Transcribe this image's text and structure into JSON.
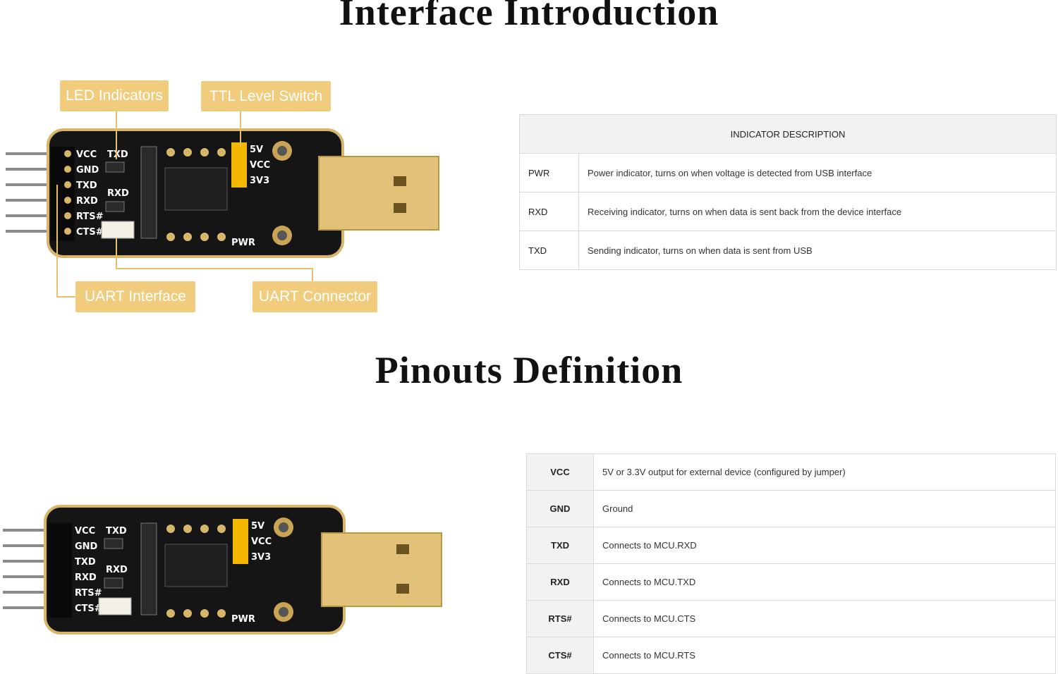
{
  "sections": {
    "interface_title": "Interface Introduction",
    "pinouts_title": "Pinouts Definition"
  },
  "callouts": {
    "led": "LED Indicators",
    "ttl": "TTL Level Switch",
    "uart_if": "UART Interface",
    "uart_conn": "UART Connector"
  },
  "board": {
    "pins": [
      "VCC",
      "GND",
      "TXD",
      "RXD",
      "RTS#",
      "CTS#"
    ],
    "leds": [
      "TXD",
      "RXD"
    ],
    "jumper": [
      "5V",
      "VCC",
      "3V3"
    ],
    "pwr": "PWR",
    "colors": {
      "pcb": "#151515",
      "gold": "#d7b56a",
      "callout": "#f0cc7c",
      "jumper": "#f5b800"
    }
  },
  "indicator_table": {
    "header": "INDICATOR DESCRIPTION",
    "rows": [
      {
        "name": "PWR",
        "desc": "Power indicator, turns on when voltage is detected from USB interface"
      },
      {
        "name": "RXD",
        "desc": "Receiving indicator, turns on when data is sent back from the device interface"
      },
      {
        "name": "TXD",
        "desc": "Sending indicator, turns on when data is sent from USB"
      }
    ]
  },
  "pin_table": {
    "rows": [
      {
        "name": "VCC",
        "desc": "5V or 3.3V output for external device (configured by jumper)"
      },
      {
        "name": "GND",
        "desc": "Ground"
      },
      {
        "name": "TXD",
        "desc": "Connects to MCU.RXD"
      },
      {
        "name": "RXD",
        "desc": "Connects to MCU.TXD"
      },
      {
        "name": "RTS#",
        "desc": "Connects to MCU.CTS"
      },
      {
        "name": "CTS#",
        "desc": "Connects to MCU.RTS"
      }
    ]
  }
}
